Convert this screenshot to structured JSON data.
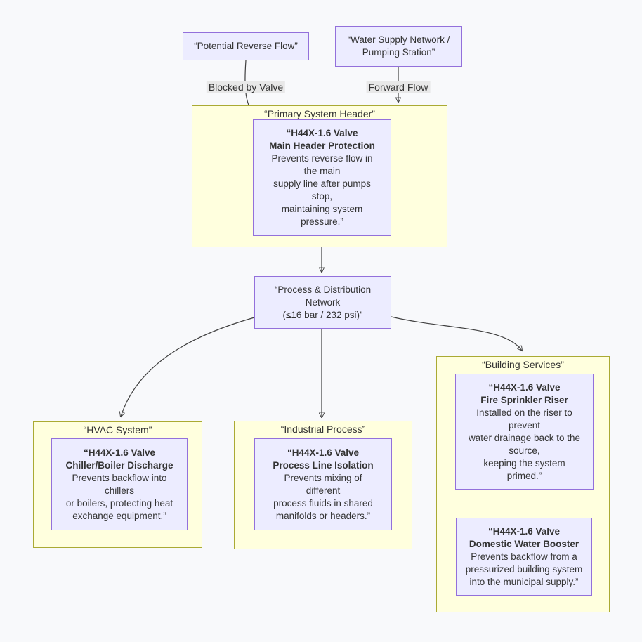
{
  "colors": {
    "background": "#f8f9fb",
    "node_fill": "#ececff",
    "node_border": "#9370db",
    "cluster_fill": "#ffffde",
    "cluster_border": "#aaaa33",
    "text": "#333333",
    "edge": "#3f3f3f",
    "edge_label_bg": "#e8e8e8"
  },
  "clusters": {
    "primary": "“Primary System Header”",
    "hvac": "“HVAC System”",
    "industrial": "“Industrial Process”",
    "building": "“Building Services”"
  },
  "edge_labels": {
    "blocked": "Blocked by Valve",
    "forward": "Forward Flow"
  },
  "nodes": {
    "reverse_flow": {
      "label": "“Potential Reverse Flow”"
    },
    "supply": {
      "lines": [
        "“Water Supply Network /",
        "Pumping Station”"
      ]
    },
    "main_header": {
      "title": [
        "“H44X-1.6 Valve",
        "Main Header Protection"
      ],
      "body": [
        "Prevents reverse flow in",
        "the main",
        "supply line after pumps",
        "stop,",
        "maintaining system",
        "pressure.”"
      ]
    },
    "process": {
      "lines": [
        "“Process & Distribution",
        "Network",
        "(≤16 bar / 232 psi)”"
      ]
    },
    "hvac_valve": {
      "title": [
        "“H44X-1.6 Valve",
        "Chiller/Boiler Discharge"
      ],
      "body": [
        "Prevents backflow into",
        "chillers",
        "or boilers, protecting heat",
        "exchange equipment.”"
      ]
    },
    "industrial_valve": {
      "title": [
        "“H44X-1.6 Valve",
        "Process Line Isolation"
      ],
      "body": [
        "Prevents mixing of",
        "different",
        "process fluids in shared",
        "manifolds or headers.”"
      ]
    },
    "fire_sprinkler": {
      "title": [
        "“H44X-1.6 Valve",
        "Fire Sprinkler Riser"
      ],
      "body": [
        "Installed on the riser to",
        "prevent",
        "water drainage back to the",
        "source,",
        "keeping the system",
        "primed.”"
      ]
    },
    "domestic_booster": {
      "title": [
        "“H44X-1.6 Valve",
        "Domestic Water Booster"
      ],
      "body": [
        "Prevents backflow from a",
        "pressurized building system",
        "into the municipal supply.”"
      ]
    }
  }
}
